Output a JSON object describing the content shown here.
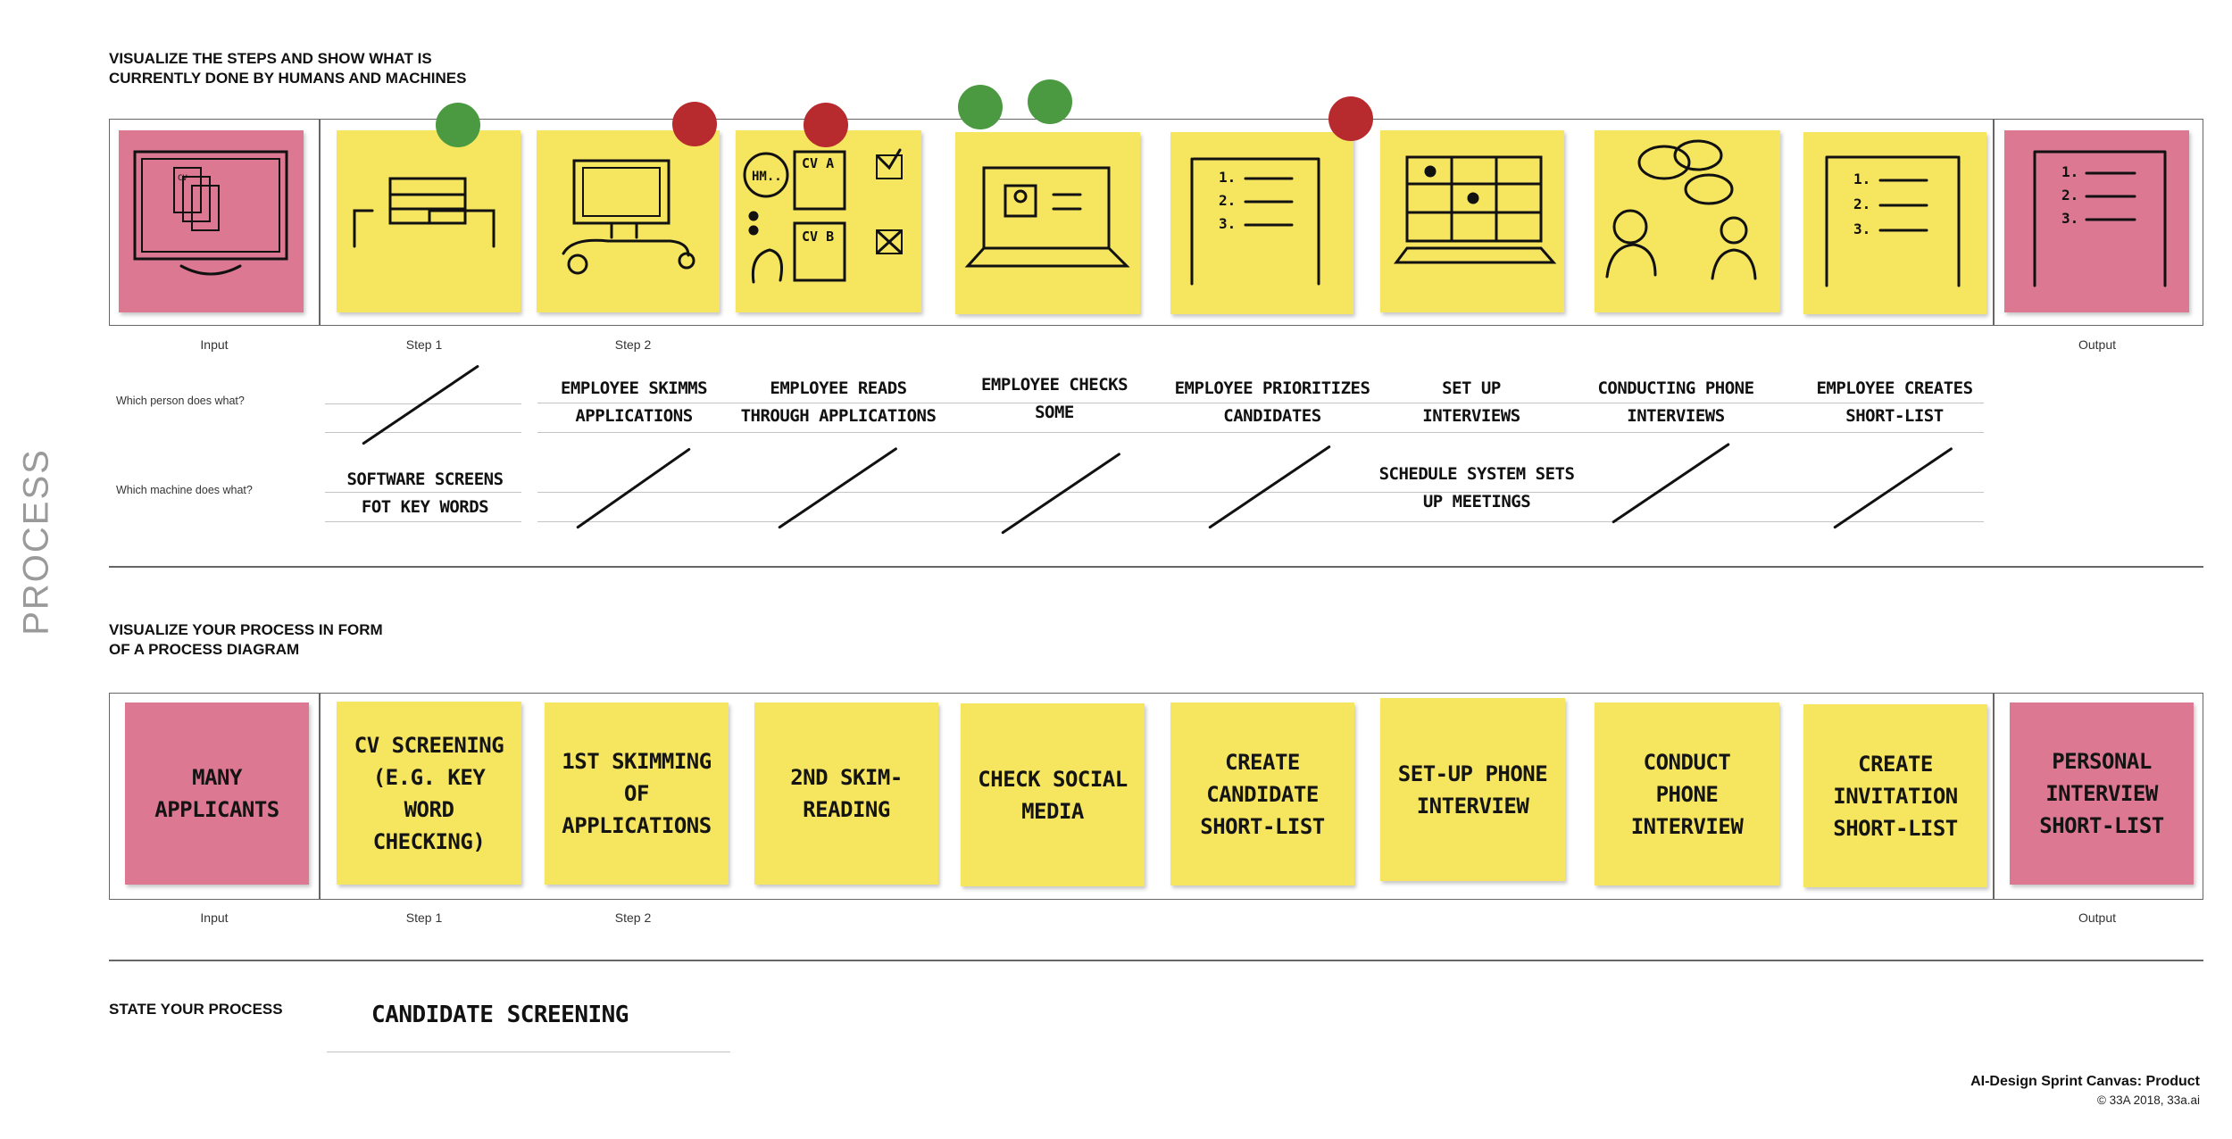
{
  "section1": {
    "heading_line1": "VISUALIZE THE STEPS AND SHOW WHAT IS",
    "heading_line2": "CURRENTLY DONE BY HUMANS AND MACHINES"
  },
  "side_label": "PROCESS",
  "captions": {
    "input": "Input",
    "step1": "Step 1",
    "step2": "Step 2",
    "output": "Output"
  },
  "row_labels": {
    "person": "Which person does what?",
    "machine": "Which machine does what?"
  },
  "person_row": [
    "",
    "EMPLOYEE SKIMMS\nAPPLICATIONS",
    "EMPLOYEE READS\nTHROUGH APPLICATIONS",
    "EMPLOYEE CHECKS\nSOME",
    "EMPLOYEE PRIORITIZES\nCANDIDATES",
    "SET UP\nINTERVIEWS",
    "CONDUCTING PHONE\nINTERVIEWS",
    "EMPLOYEE CREATES\nSHORT-LIST"
  ],
  "machine_row": [
    "SOFTWARE SCREENS\nFOT KEY WORDS",
    "",
    "",
    "",
    "",
    "SCHEDULE SYSTEM SETS\nUP MEETINGS",
    "",
    ""
  ],
  "sketch_text": {
    "cv_label": "CV",
    "cv_a": "CV A",
    "cv_b": "CV B",
    "hm": "HM..",
    "n1": "1.",
    "n2": "2.",
    "n3": "3."
  },
  "status_colors": {
    "green": "#4b9a41",
    "red": "#b72a2d"
  },
  "section2": {
    "heading_line1": "VISUALIZE YOUR PROCESS IN FORM",
    "heading_line2": "OF A PROCESS DIAGRAM"
  },
  "diagram_notes": [
    "MANY\nAPPLICANTS",
    "CV SCREENING\n(E.G. KEY WORD\nCHECKING)",
    "1ST SKIMMING\nOF APPLICATIONS",
    "2ND SKIM-\nREADING",
    "CHECK SOCIAL\nMEDIA",
    "CREATE\nCANDIDATE\nSHORT-LIST",
    "SET-UP PHONE\nINTERVIEW",
    "CONDUCT\nPHONE\nINTERVIEW",
    "CREATE\nINVITATION\nSHORT-LIST",
    "PERSONAL\nINTERVIEW\nSHORT-LIST"
  ],
  "section3": {
    "heading": "STATE YOUR PROCESS",
    "value": "CANDIDATE SCREENING"
  },
  "footer": {
    "title": "AI-Design Sprint Canvas: Product",
    "copyright": "© 33A 2018, 33a.ai"
  }
}
